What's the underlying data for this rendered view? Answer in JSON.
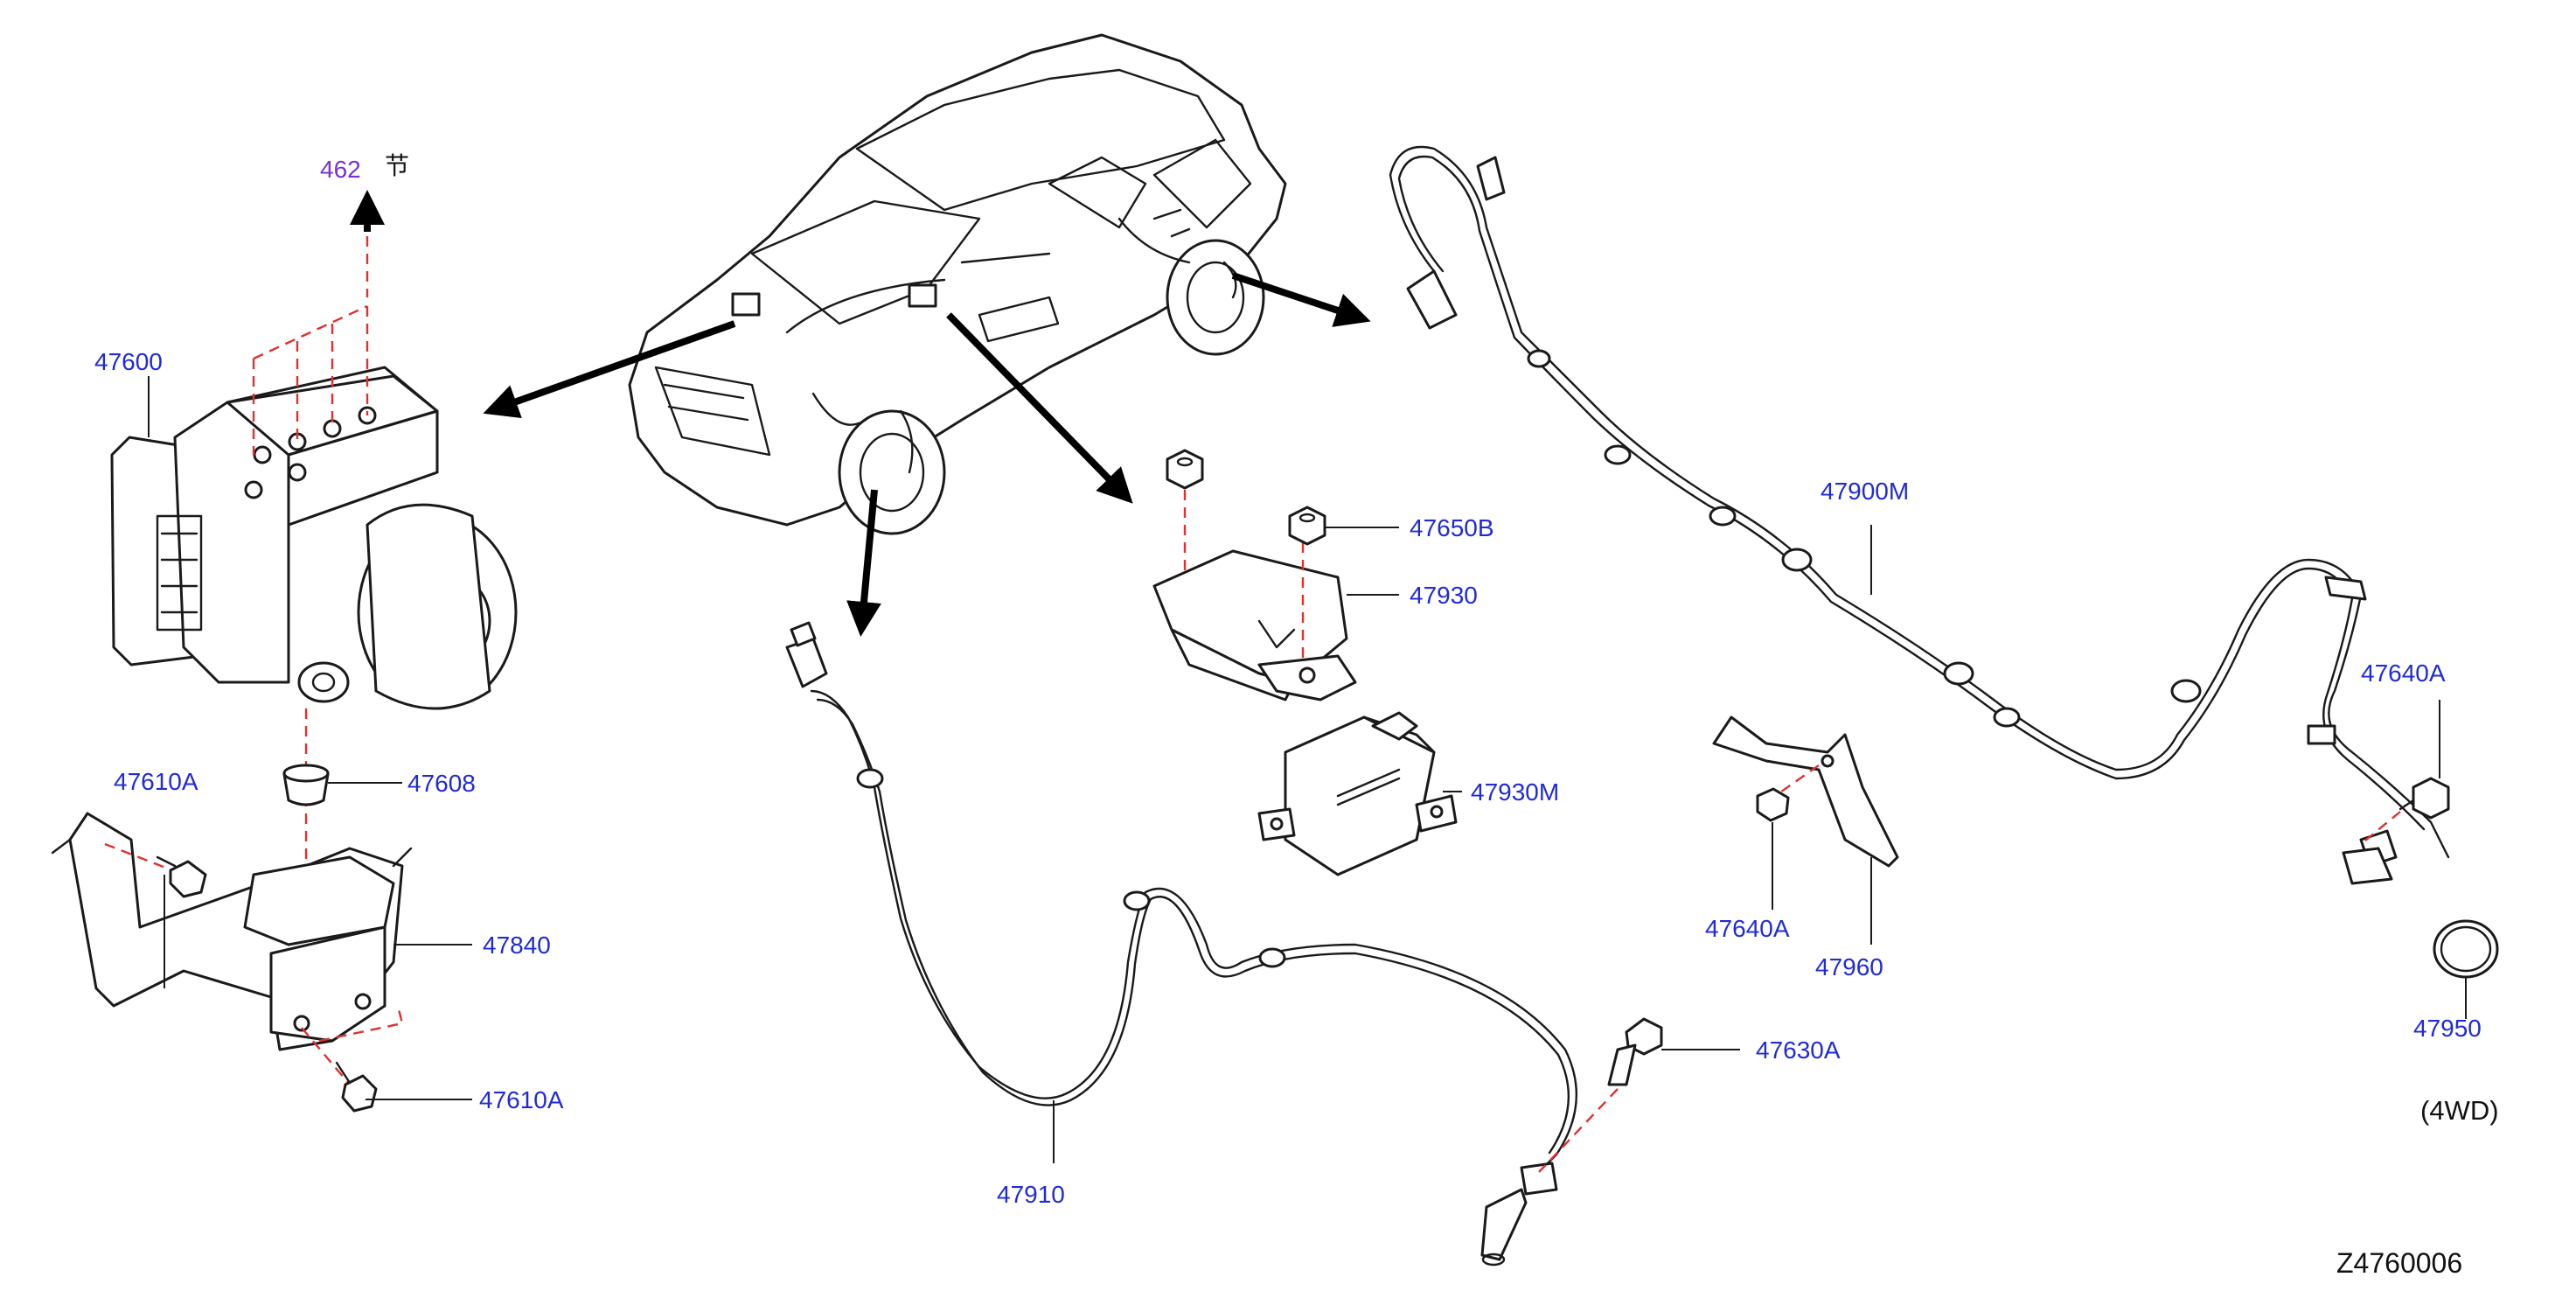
{
  "diagram": {
    "reference_code": "Z4760006",
    "section_ref": {
      "number": "462",
      "glyph": "节"
    },
    "labels": {
      "p47600": "47600",
      "p47610A_top": "47610A",
      "p47608": "47608",
      "p47840": "47840",
      "p47610A_bottom": "47610A",
      "p47910": "47910",
      "p47650B": "47650B",
      "p47930": "47930",
      "p47930M": "47930M",
      "p47630A": "47630A",
      "p47900M": "47900M",
      "p47640A_right": "47640A",
      "p47640A_mid": "47640A",
      "p47960": "47960",
      "p47950": "47950",
      "note_4wd": "(4WD)"
    }
  },
  "colors": {
    "label_blue": "#1f2bd6",
    "section_purple": "#7a2fd8",
    "hidden_line_red": "#e03030",
    "outline": "#1a1a1a"
  }
}
